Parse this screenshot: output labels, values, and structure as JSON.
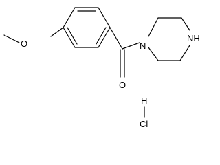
{
  "molecule": {
    "atoms": {
      "oxygen_methoxy": "O",
      "oxygen_carbonyl": "O",
      "nitrogen_amide": "N",
      "nitrogen_amine": "NH",
      "salt_hydrogen": "H",
      "salt_chlorine": "Cl"
    }
  }
}
